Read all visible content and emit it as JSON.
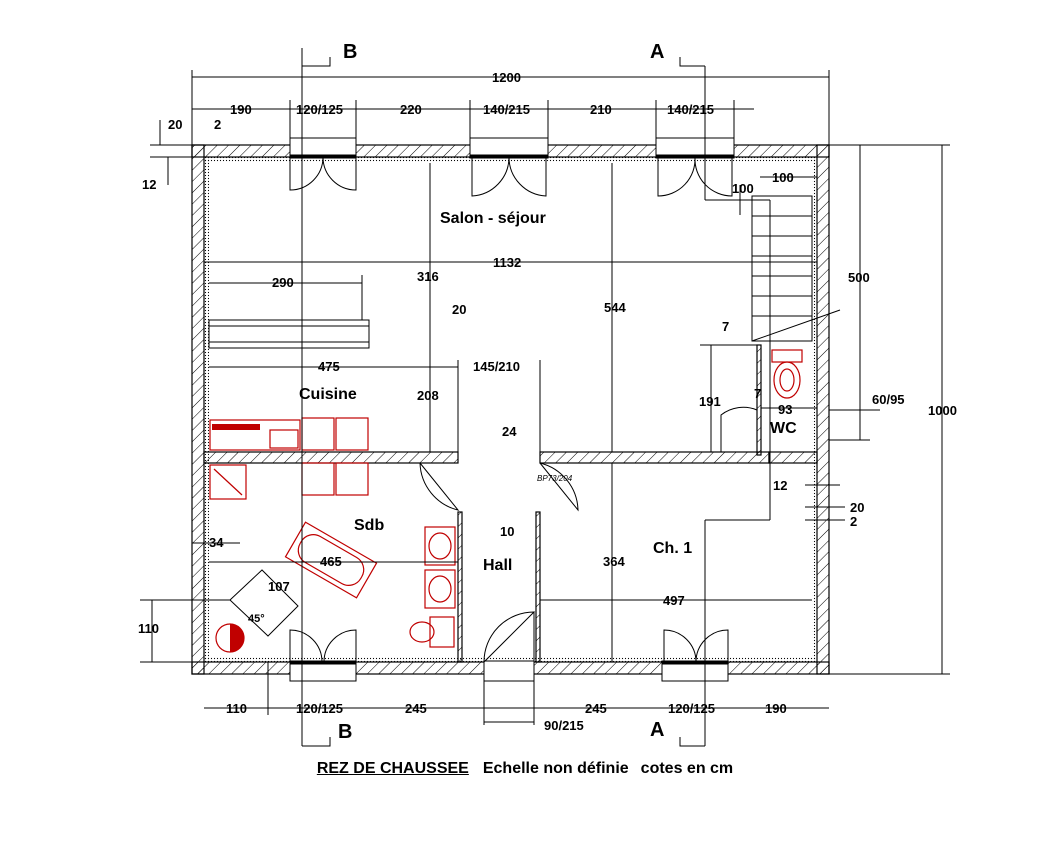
{
  "rooms": {
    "salon": "Salon - séjour",
    "cuisine": "Cuisine",
    "sdb": "Sdb",
    "hall": "Hall",
    "ch1": "Ch. 1",
    "wc": "WC"
  },
  "sections": {
    "a": "A",
    "b": "B"
  },
  "dims": {
    "total_width": "1200",
    "total_height": "1000",
    "top": [
      "190",
      "120/125",
      "220",
      "140/215",
      "210",
      "140/215"
    ],
    "bottom": [
      "110",
      "120/125",
      "245",
      "245",
      "120/125",
      "190"
    ],
    "door_entry": "90/215",
    "wall_20": "20",
    "wall_2": "2",
    "wall_12": "12",
    "d100a": "100",
    "d100b": "100",
    "d500": "500",
    "d1132": "1132",
    "d290": "290",
    "d316": "316",
    "d544": "544",
    "d20b": "20",
    "d475": "475",
    "d145": "145/210",
    "d208": "208",
    "d7a": "7",
    "d7b": "7",
    "d191": "191",
    "d93": "93",
    "d6095": "60/95",
    "d24": "24",
    "d10": "10",
    "d465": "465",
    "d34": "34",
    "d107": "107",
    "d45": "45°",
    "d110v": "110",
    "d364": "364",
    "d497": "497",
    "d12r": "12",
    "d20r": "20",
    "d2r": "2",
    "bp": "BP73/204"
  },
  "caption": {
    "title": "REZ DE CHAUSSEE",
    "scale": "Echelle non définie",
    "units": "cotes en cm"
  }
}
